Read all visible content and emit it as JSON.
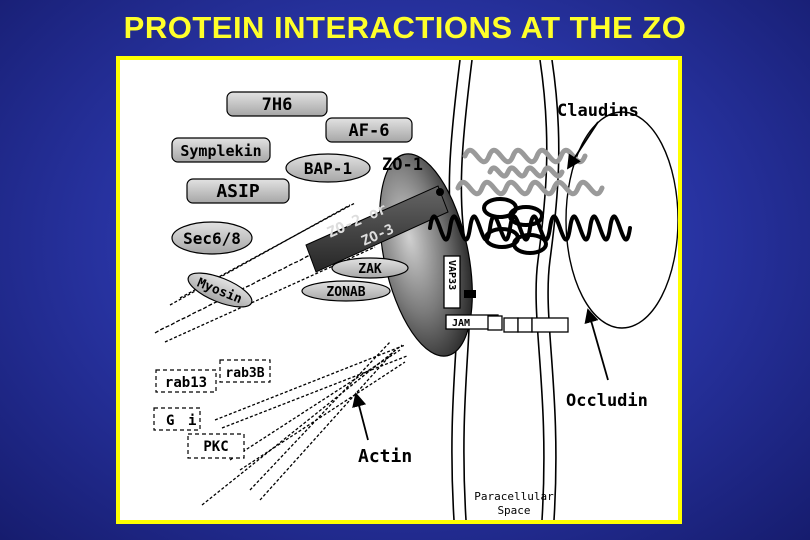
{
  "slide": {
    "title": "PROTEIN INTERACTIONS AT THE  ZO",
    "background_color": "#2a36a8",
    "title_color": "#ffff2a",
    "frame_color": "#ffff00"
  },
  "diagram": {
    "proteins": {
      "p7h6": "7H6",
      "af6": "AF-6",
      "symplekin": "Symplekin",
      "bap1": "BAP-1",
      "zo1": "ZO-1",
      "asip": "ASIP",
      "zo2_or": "ZO-2 or",
      "zo3": "ZO-3",
      "sec68": "Sec6/8",
      "zak": "ZAK",
      "zonab": "ZONAB",
      "myosin": "Myosin",
      "vap33": "VAP33",
      "jam": "JAM",
      "rab13": "rab13",
      "rab3b": "rab3B",
      "gi_g": "G",
      "gi_i": "i",
      "pkc": "PKC"
    },
    "labels": {
      "claudins": "Claudins",
      "occludin": "Occludin",
      "actin": "Actin",
      "paracellular_line1": "Paracellular",
      "paracellular_line2": "Space"
    }
  }
}
